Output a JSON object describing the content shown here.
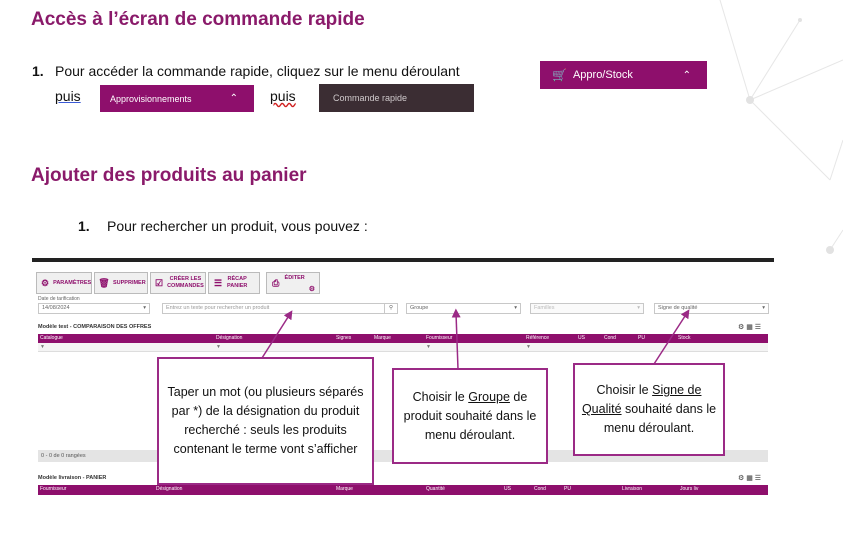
{
  "section1": {
    "title": "Accès à l’écran de commande rapide",
    "step_number": "1.",
    "step_text": "Pour accéder la commande rapide, cliquez sur le menu déroulant",
    "puis1": "puis",
    "puis2": "puis",
    "menu_appro": "Appro/Stock",
    "menu_approvisionnements": "Approvisionnements",
    "menu_commande_rapide": "Commande rapide"
  },
  "section2": {
    "title": "Ajouter des produits au panier",
    "step_number": "1.",
    "step_text": "Pour rechercher un produit, vous pouvez :"
  },
  "screenshot": {
    "toolbar": {
      "parametres": "PARAMÈTRES",
      "supprimer": "SUPPRIMER",
      "creer_commandes_1": "CRÉER LES",
      "creer_commandes_2": "COMMANDES",
      "recap_panier_1": "RÉCAP",
      "recap_panier_2": "PANIER",
      "editer": "ÉDITER"
    },
    "date_label": "Date de tarification",
    "date_value": "14/08/2024",
    "search_placeholder": "Entrez un texte pour rechercher un produit",
    "groupe_placeholder": "Groupe",
    "familles_placeholder": "Familles",
    "signe_placeholder": "Signe de qualité",
    "offres_title": "Modèle test - COMPARAISON DES OFFRES",
    "columns": [
      "Catalogue",
      "Désignation",
      "Signes",
      "Marque",
      "Fournisseur",
      "Référence",
      "US",
      "Cond",
      "PU",
      "Stock"
    ],
    "rows_count": "0 - 0 de 0 rangées",
    "panier_title": "Modèle livraison - PANIER",
    "panier_columns": [
      "Fournisseur",
      "Désignation",
      "Marque",
      "Quantité",
      "US",
      "Cond",
      "PU",
      "Livraison",
      "Jours liv"
    ]
  },
  "callouts": {
    "mot": "Taper un mot (ou plusieurs séparés par *) de la désignation du produit recherché : seuls les produits contenant le terme vont s’afficher",
    "groupe_before": "Choisir le ",
    "groupe_link": "Groupe",
    "groupe_after": " de produit souhaité dans le menu déroulant.",
    "signe_before": "Choisir le ",
    "signe_link": "Signe de Qualité",
    "signe_after": " souhaité dans le menu déroulant."
  },
  "colors": {
    "brand": "#8e0f6c",
    "heading": "#8a1a6a",
    "callout_border": "#9b2a86"
  }
}
